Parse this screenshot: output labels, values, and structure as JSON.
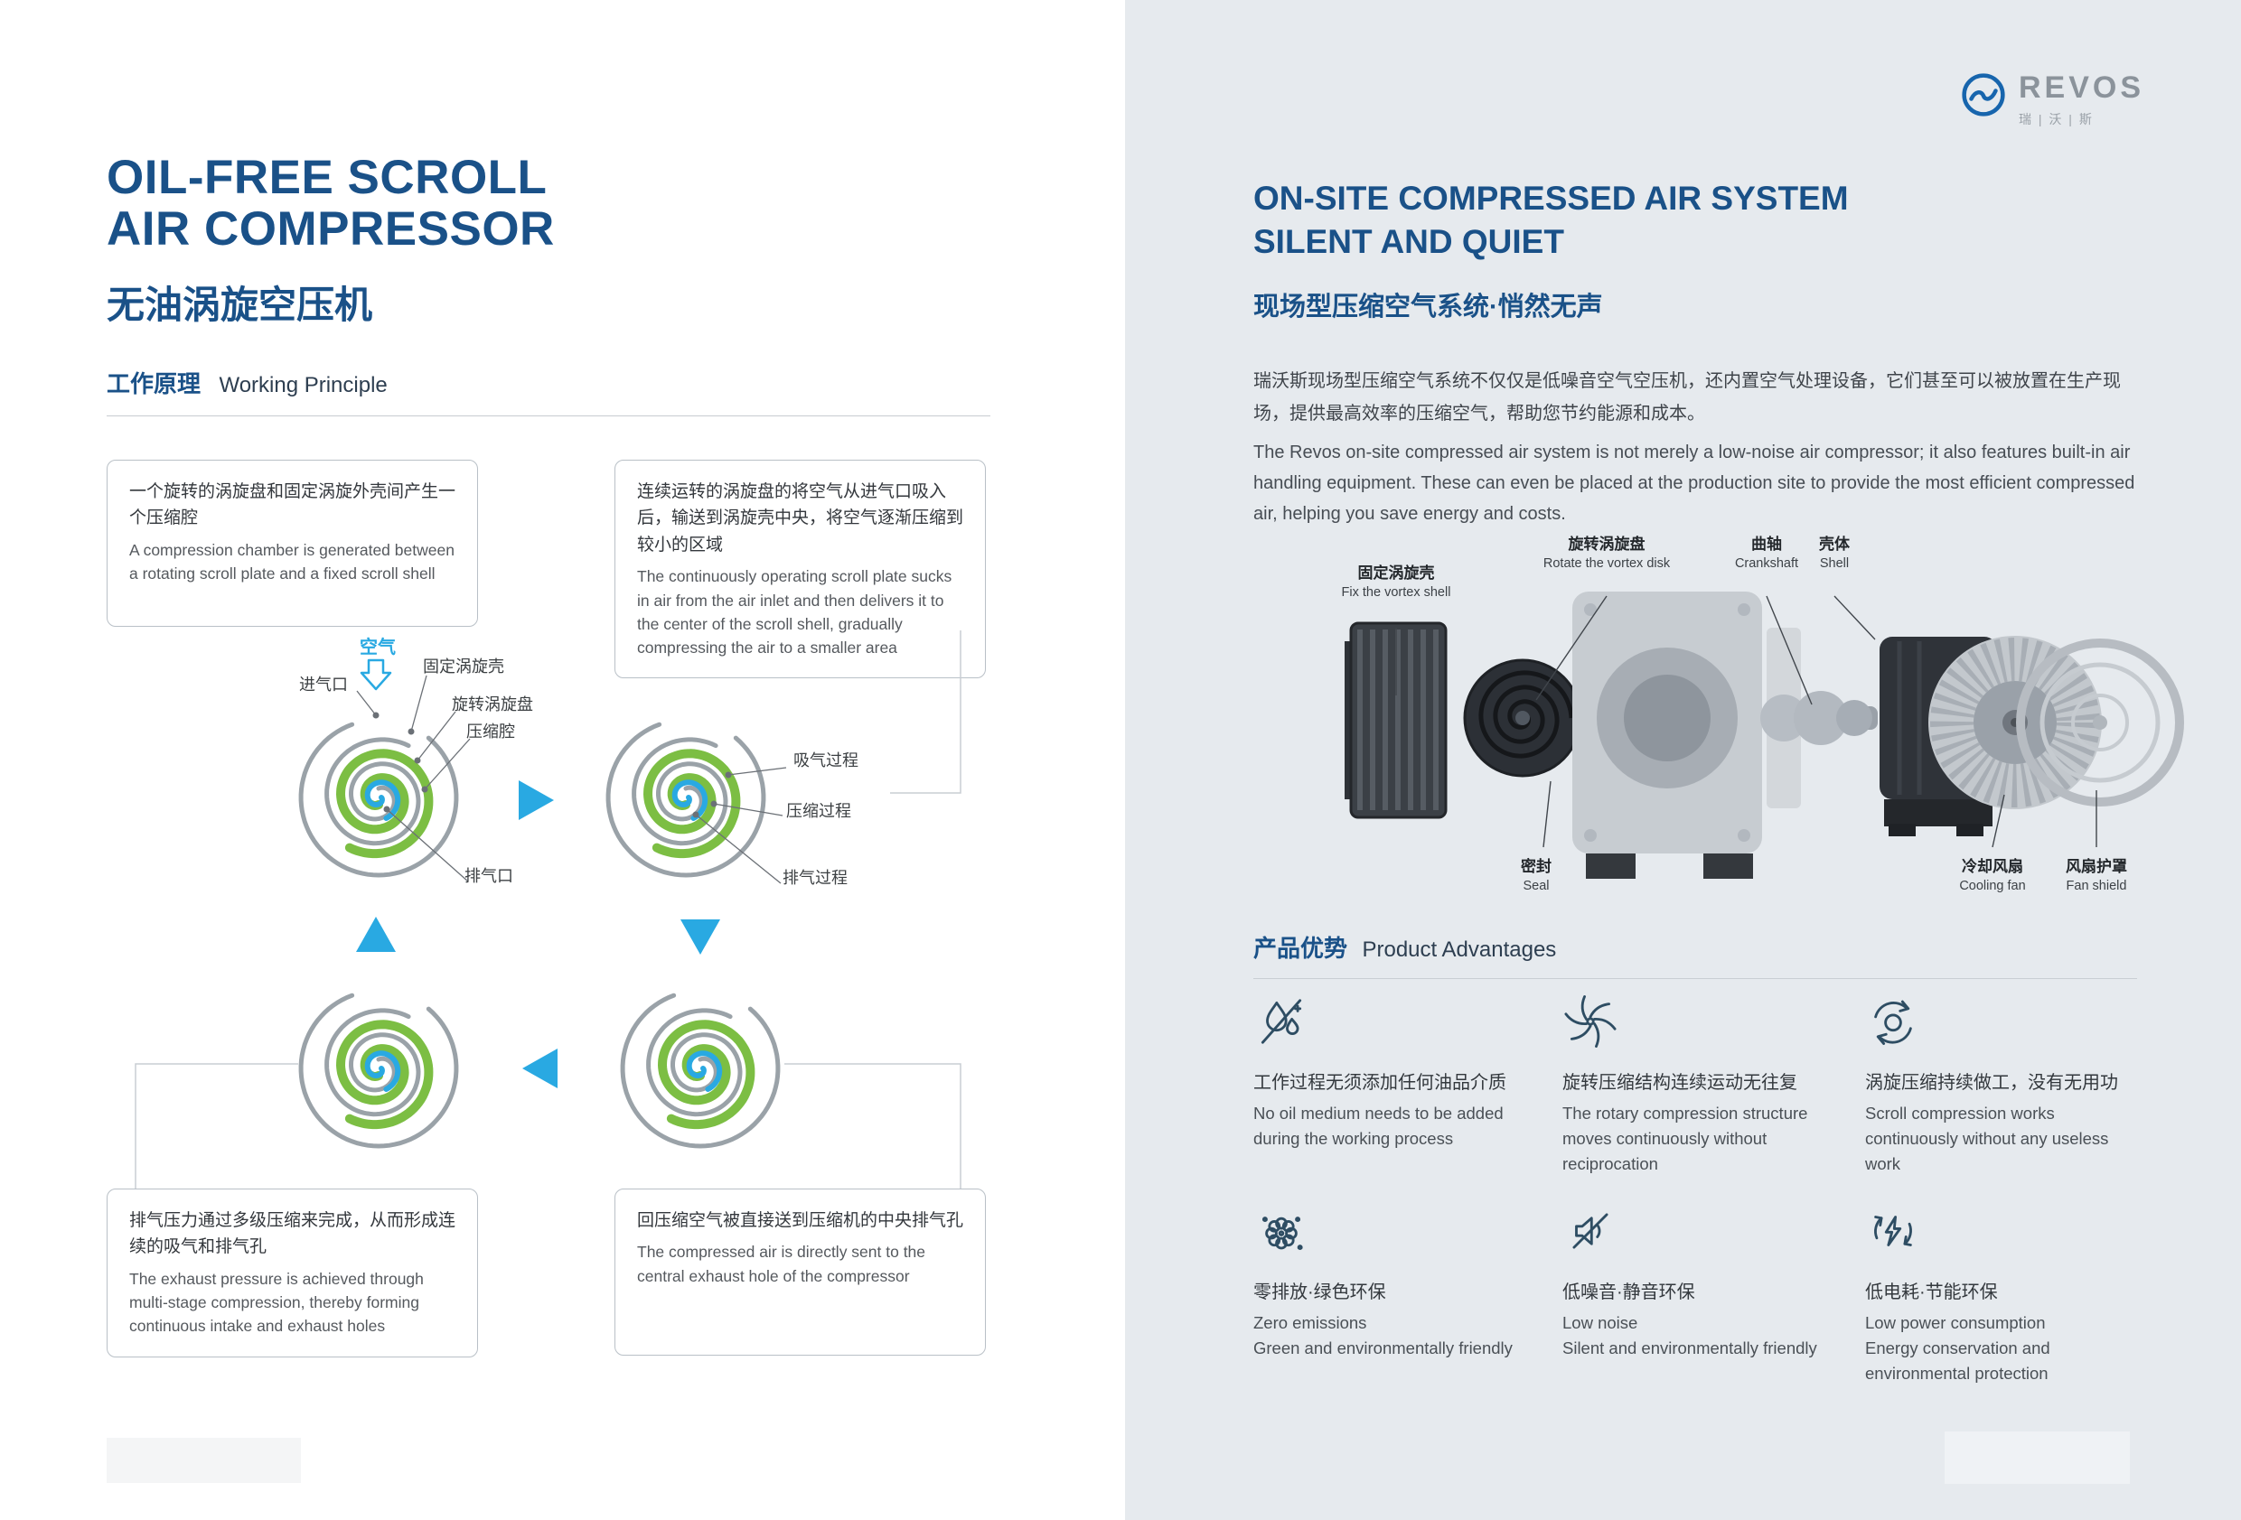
{
  "colors": {
    "title_blue": "#1a5188",
    "accent_blue": "#29a9e2",
    "green": "#7cbe43",
    "right_bg": "#e6eaee",
    "icon": "#2e4d63"
  },
  "left": {
    "title_line1": "OIL-FREE SCROLL",
    "title_line2": "AIR COMPRESSOR",
    "title_cn": "无油涡旋空压机",
    "section_cn": "工作原理",
    "section_en": "Working Principle",
    "boxes": [
      {
        "cn": "一个旋转的涡旋盘和固定涡旋外壳间产生一个压缩腔",
        "en": "A compression chamber is generated between a rotating scroll plate and a fixed scroll shell"
      },
      {
        "cn": "连续运转的涡旋盘的将空气从进气口吸入后，输送到涡旋壳中央，将空气逐渐压缩到较小的区域",
        "en": "The continuously operating scroll plate sucks in air from the air inlet and then delivers it to the center of the scroll shell, gradually compressing the air to a smaller area"
      },
      {
        "cn": "排气压力通过多级压缩来完成，从而形成连续的吸气和排气孔",
        "en": "The exhaust pressure is achieved through multi-stage compression, thereby forming continuous intake and exhaust holes"
      },
      {
        "cn": "回压缩空气被直接送到压缩机的中央排气孔",
        "en": "The compressed air is directly sent to the central exhaust hole of the compressor"
      }
    ],
    "labels": {
      "air": "空气",
      "inlet": "进气口",
      "fixed_shell": "固定涡旋壳",
      "rotating_disk": "旋转涡旋盘",
      "chamber": "压缩腔",
      "outlet": "排气口",
      "suction": "吸气过程",
      "compression": "压缩过程",
      "exhaust": "排气过程"
    }
  },
  "right": {
    "logo_text": "REVOS",
    "logo_cn": "瑞 | 沃 | 斯",
    "title_line1": "ON-SITE COMPRESSED AIR SYSTEM",
    "title_line2": "SILENT AND QUIET",
    "title_cn": "现场型压缩空气系统·悄然无声",
    "para_cn": "瑞沃斯现场型压缩空气系统不仅仅是低噪音空气空压机，还内置空气处理设备，它们甚至可以被放置在生产现场，提供最高效率的压缩空气，帮助您节约能源和成本。",
    "para_en": "The Revos on-site compressed air system is not merely a low-noise air compressor; it also features built-in air handling equipment. These can even be placed at the production site to provide the most efficient compressed air, helping you save energy and costs.",
    "parts": [
      {
        "cn": "固定涡旋壳",
        "en": "Fix the vortex shell"
      },
      {
        "cn": "旋转涡旋盘",
        "en": "Rotate the vortex disk"
      },
      {
        "cn": "曲轴",
        "en": "Crankshaft"
      },
      {
        "cn": "壳体",
        "en": "Shell"
      },
      {
        "cn": "密封",
        "en": "Seal"
      },
      {
        "cn": "冷却风扇",
        "en": "Cooling fan"
      },
      {
        "cn": "风扇护罩",
        "en": "Fan shield"
      }
    ],
    "adv_section_cn": "产品优势",
    "adv_section_en": "Product Advantages",
    "advantages": [
      {
        "cn": "工作过程无须添加任何油品介质",
        "en": "No oil medium needs to be added during the working process"
      },
      {
        "cn": "旋转压缩结构连续运动无往复",
        "en": "The rotary compression structure moves continuously without reciprocation"
      },
      {
        "cn": "涡旋压缩持续做工，没有无用功",
        "en": "Scroll compression works continuously without any useless work"
      },
      {
        "cn": "零排放·绿色环保",
        "en": "Zero emissions\nGreen and environmentally friendly"
      },
      {
        "cn": "低噪音·静音环保",
        "en": "Low noise\nSilent and environmentally friendly"
      },
      {
        "cn": "低电耗·节能环保",
        "en": "Low power consumption\nEnergy conservation and environmental protection"
      }
    ]
  }
}
